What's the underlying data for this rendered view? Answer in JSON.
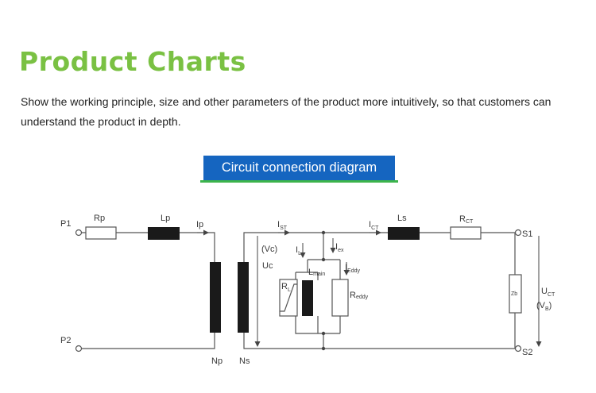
{
  "header": {
    "title": "Product Charts",
    "description": "Show the working principle, size and other parameters of the product more intuitively, so that customers can understand the product in depth."
  },
  "banner": {
    "label": "Circuit connection diagram"
  },
  "colors": {
    "title_green": "#7ac143",
    "banner_blue": "#1565c0",
    "banner_green": "#3cb44b",
    "wire": "#555555",
    "core": "#1a1a1a"
  },
  "diagram": {
    "labels": {
      "p1": "P1",
      "p2": "P2",
      "rp": "Rp",
      "lp": "Lp",
      "ip": "Ip",
      "np": "Np",
      "ns": "Ns",
      "vc": "(Vc)",
      "uc": "Uc",
      "i_st": "I",
      "i_st_sub": "ST",
      "i_ct": "I",
      "i_ct_sub": "CT",
      "ls": "Ls",
      "r_ct": "R",
      "r_ct_sub": "CT",
      "s1": "S1",
      "s2": "S2",
      "i_l": "I",
      "i_l_sub": "L",
      "i_ex": "I",
      "i_ex_sub": "ex",
      "i_eddy": "I",
      "i_eddy_sub": "Eddy",
      "l_main": "L",
      "l_main_sub": "main",
      "r_eddy": "R",
      "r_eddy_sub": "eddy",
      "r_l": "R",
      "r_l_sub": "L",
      "zb": "Zb",
      "u_ct": "U",
      "u_ct_sub": "CT",
      "v_b": "(V",
      "v_b_sub": "B",
      "v_b_close": ")"
    }
  }
}
